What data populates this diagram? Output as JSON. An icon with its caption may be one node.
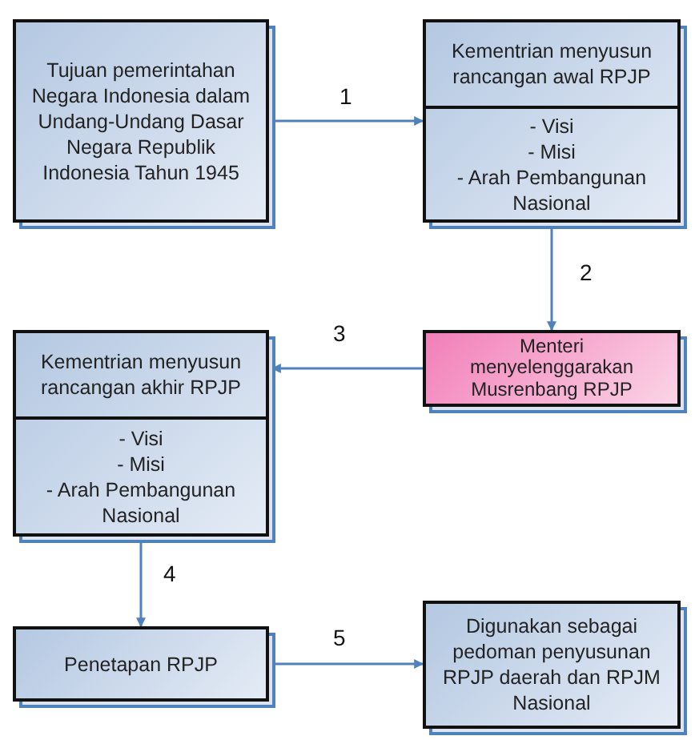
{
  "diagram": {
    "nodes": [
      {
        "text": [
          "Tujuan pemerintahan Negara Indonesia dalam Undang-Undang Dasar Negara Republik Indonesia Tahun  1945"
        ]
      },
      {
        "text": [
          "Kementrian menyusun rancangan awal RPJP",
          "- Visi - Misi - Arah Pembangunan Nasional"
        ]
      },
      {
        "text": [
          "Menteri menyelenggarakan Musrenbang RPJP"
        ]
      },
      {
        "text": [
          "Kementrian menyusun rancangan akhir RPJP",
          "- Visi - Misi - Arah Pembangunan Nasional"
        ]
      },
      {
        "text": [
          "Penetapan RPJP"
        ]
      },
      {
        "text": [
          "Digunakan sebagai pedoman penyusunan RPJP daerah dan RPJM Nasional"
        ]
      }
    ],
    "edges": [
      {
        "from": 0,
        "to": 1,
        "arrow": "to",
        "label": "1"
      },
      {
        "from": 1,
        "to": 2,
        "arrow": "to",
        "label": "2"
      },
      {
        "from": 2,
        "to": 3,
        "arrow": "to",
        "label": "3"
      },
      {
        "from": 3,
        "to": 4,
        "arrow": "to",
        "label": "4"
      },
      {
        "from": 4,
        "to": 5,
        "arrow": "to",
        "label": "5"
      }
    ]
  }
}
